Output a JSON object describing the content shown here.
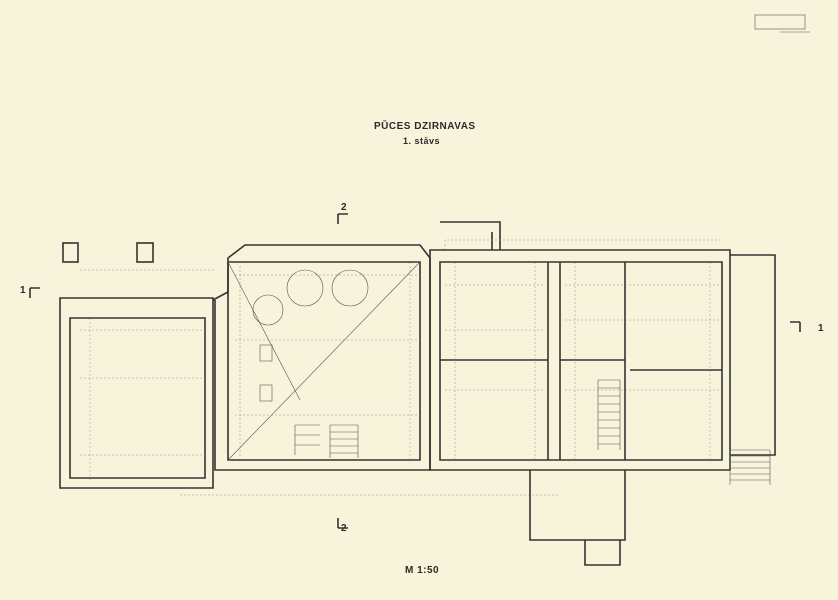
{
  "drawing": {
    "title": "PŪCES DZIRNAVAS",
    "subtitle": "1. stāvs",
    "scale": "M 1:50",
    "section_markers": {
      "s1_left": "1",
      "s1_right": "1",
      "s2_top": "2",
      "s2_bottom": "2"
    }
  }
}
